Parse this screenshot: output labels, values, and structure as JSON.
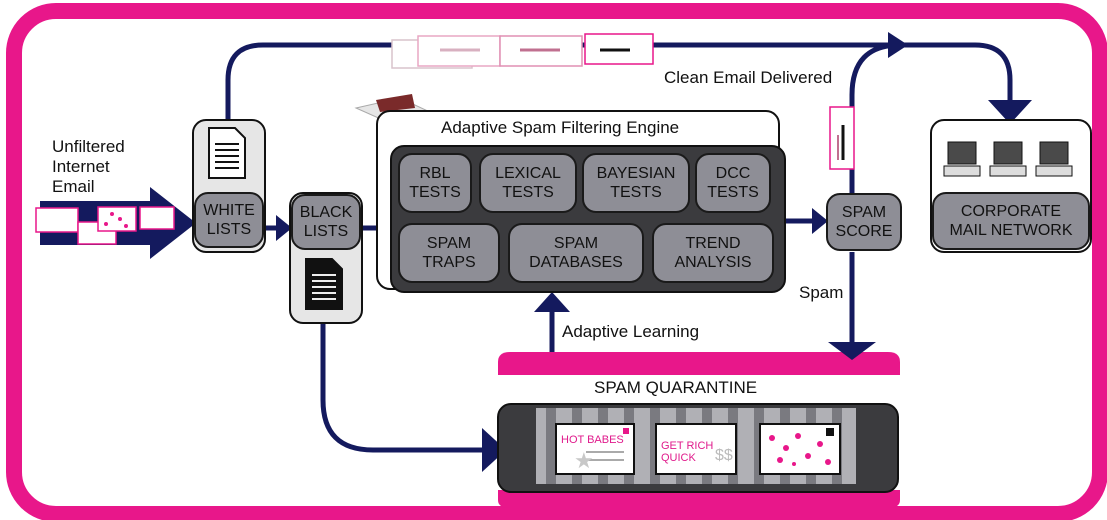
{
  "labels": {
    "unfiltered": "Unfiltered\nInternet\nEmail",
    "clean_delivered": "Clean Email Delivered",
    "engine_title": "Adaptive Spam Filtering Engine",
    "adaptive_learning": "Adaptive Learning",
    "spam": "Spam",
    "quarantine_title": "SPAM QUARANTINE"
  },
  "nodes": {
    "white_lists": "WHITE\nLISTS",
    "black_lists": "BLACK\nLISTS",
    "spam_score": "SPAM\nSCORE",
    "corporate": "CORPORATE\nMAIL NETWORK"
  },
  "tests": {
    "rbl": "RBL\nTESTS",
    "lexical": "LEXICAL\nTESTS",
    "bayesian": "BAYESIAN\nTESTS",
    "dcc": "DCC\nTESTS",
    "spam_traps": "SPAM\nTRAPS",
    "spam_databases": "SPAM\nDATABASES",
    "trend_analysis": "TREND\nANALYSIS"
  },
  "quarantine_items": {
    "hot_babes": "HOT BABES",
    "get_rich": "GET RICH\nQUICK",
    "dollar": "$$"
  },
  "colors": {
    "border_magenta": "#e8178a",
    "arrow_navy": "#141a5e",
    "pill_gray": "#8e8e96",
    "panel_dark": "#3b3b3e"
  }
}
